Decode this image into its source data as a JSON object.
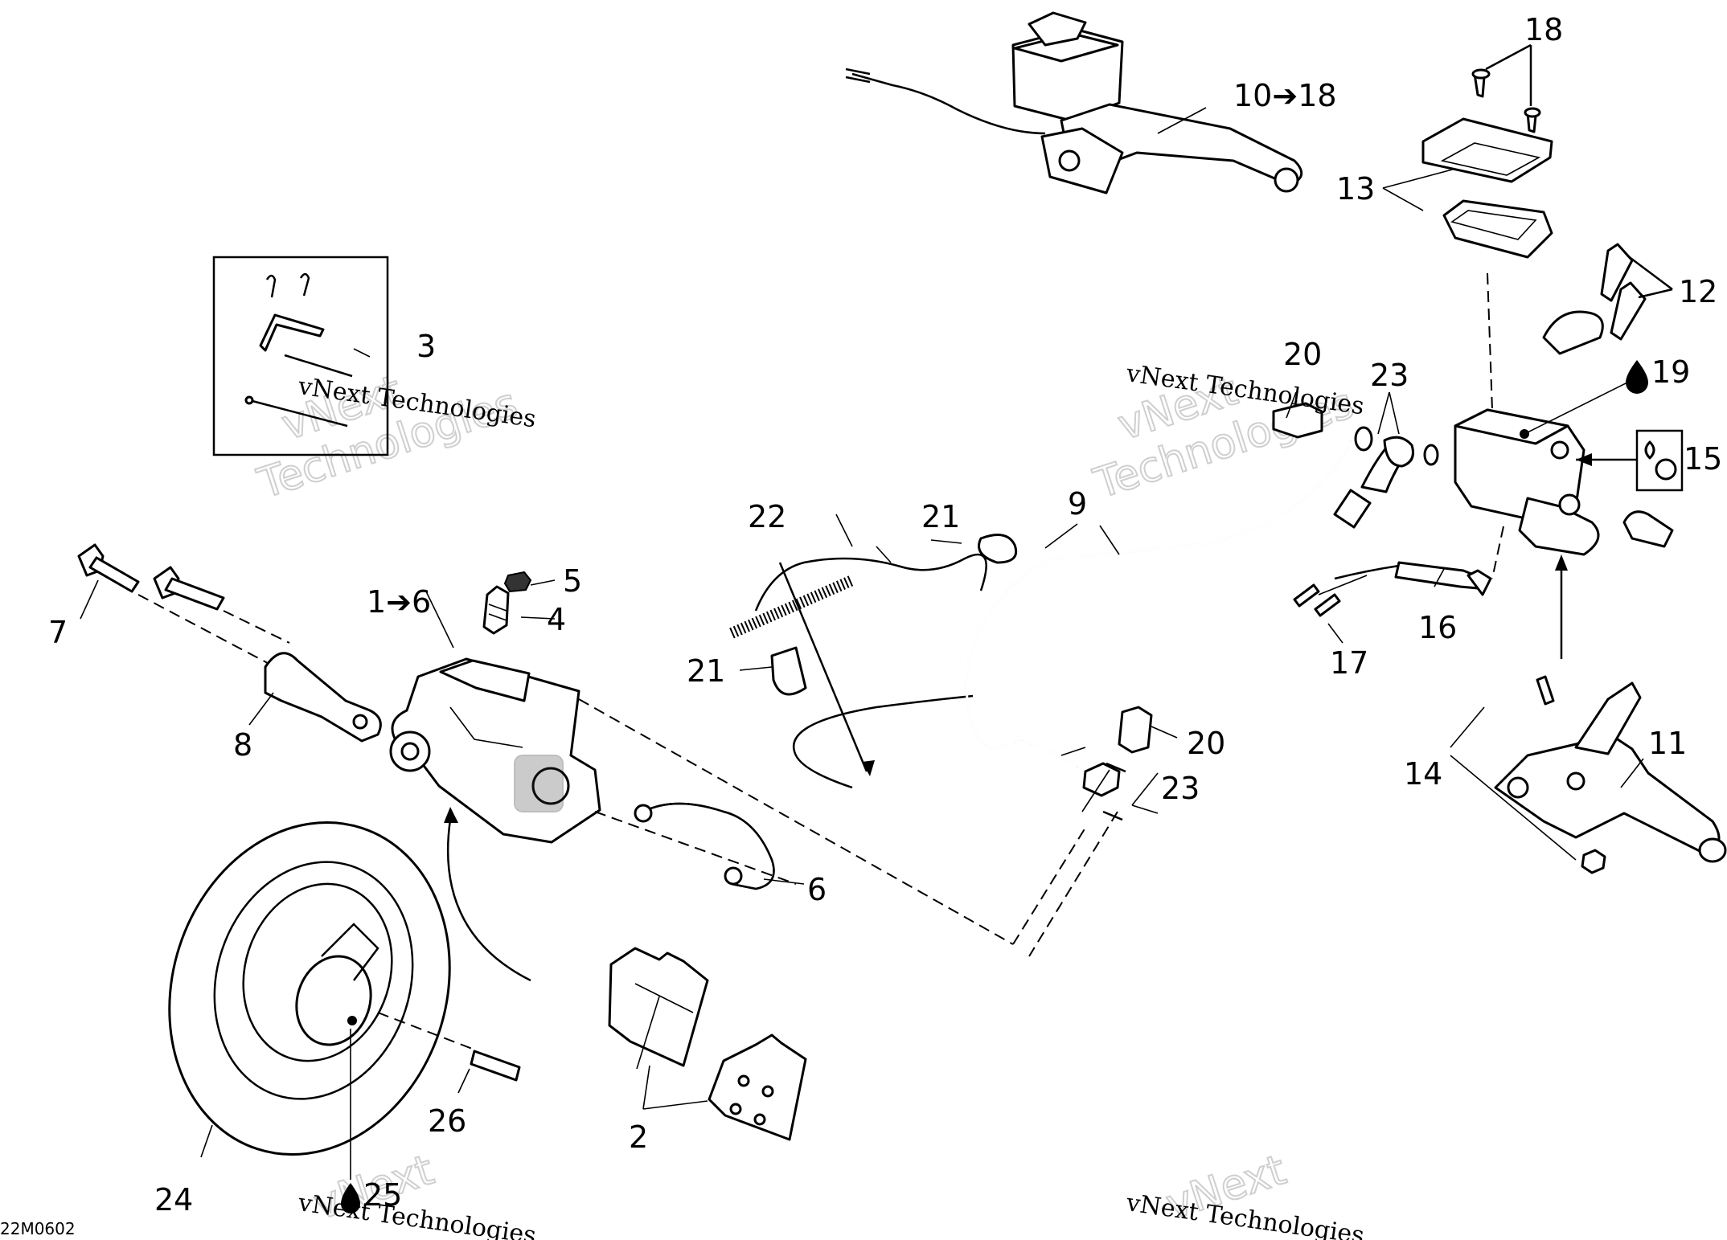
{
  "callouts": {
    "c1to6": "1➔6",
    "c2": "2",
    "c3": "3",
    "c4": "4",
    "c5": "5",
    "c6": "6",
    "c7": "7",
    "c8": "8",
    "c9": "9",
    "c10to18": "10➔18",
    "c11": "11",
    "c12": "12",
    "c13": "13",
    "c14": "14",
    "c15": "15",
    "c16": "16",
    "c17": "17",
    "c18": "18",
    "c19": "19",
    "c20a": "20",
    "c20b": "20",
    "c21a": "21",
    "c21b": "21",
    "c22": "22",
    "c23a": "23",
    "c23b": "23",
    "c24": "24",
    "c25": "25",
    "c26": "26"
  },
  "diagram_code": "22M0602",
  "watermark": {
    "line": "vNext Technologies",
    "word1": "vNext",
    "word2": "Technologies"
  },
  "icons": [
    "drop-icon",
    "arrow-right-icon"
  ],
  "colors": {
    "ink": "#000000",
    "background": "#ffffff",
    "watermark": "#cfcfcf"
  }
}
